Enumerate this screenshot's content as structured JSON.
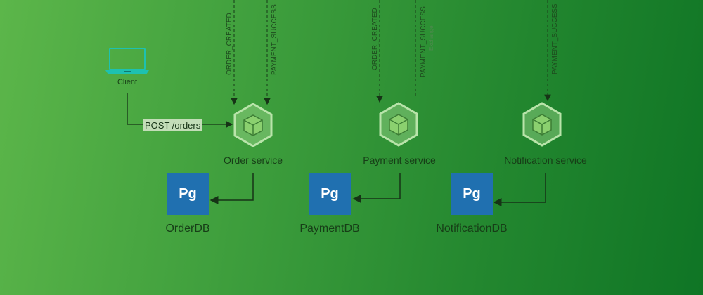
{
  "client": {
    "label": "Client"
  },
  "request": {
    "label": "POST /orders"
  },
  "services": [
    {
      "label": "Order service",
      "events": [
        "ORDER_CREATED",
        "PAYMENT_SUCCESS"
      ]
    },
    {
      "label": "Payment service",
      "events": [
        "ORDER_CREATED",
        "PAYMENT_SUCCESS"
      ],
      "note": "Exchange"
    },
    {
      "label": "Notification service",
      "events": [
        "PAYMENT_SUCCESS"
      ]
    }
  ],
  "databases": [
    {
      "badge": "Pg",
      "label": "OrderDB"
    },
    {
      "badge": "Pg",
      "label": "PaymentDB"
    },
    {
      "badge": "Pg",
      "label": "NotificationDB"
    }
  ],
  "colors": {
    "background_start": "#5cb64a",
    "background_end": "#0f7525",
    "db_box": "#2070b0",
    "hexagon": "#9dd68c",
    "laptop": "#1ec1b0",
    "line": "#163316"
  }
}
